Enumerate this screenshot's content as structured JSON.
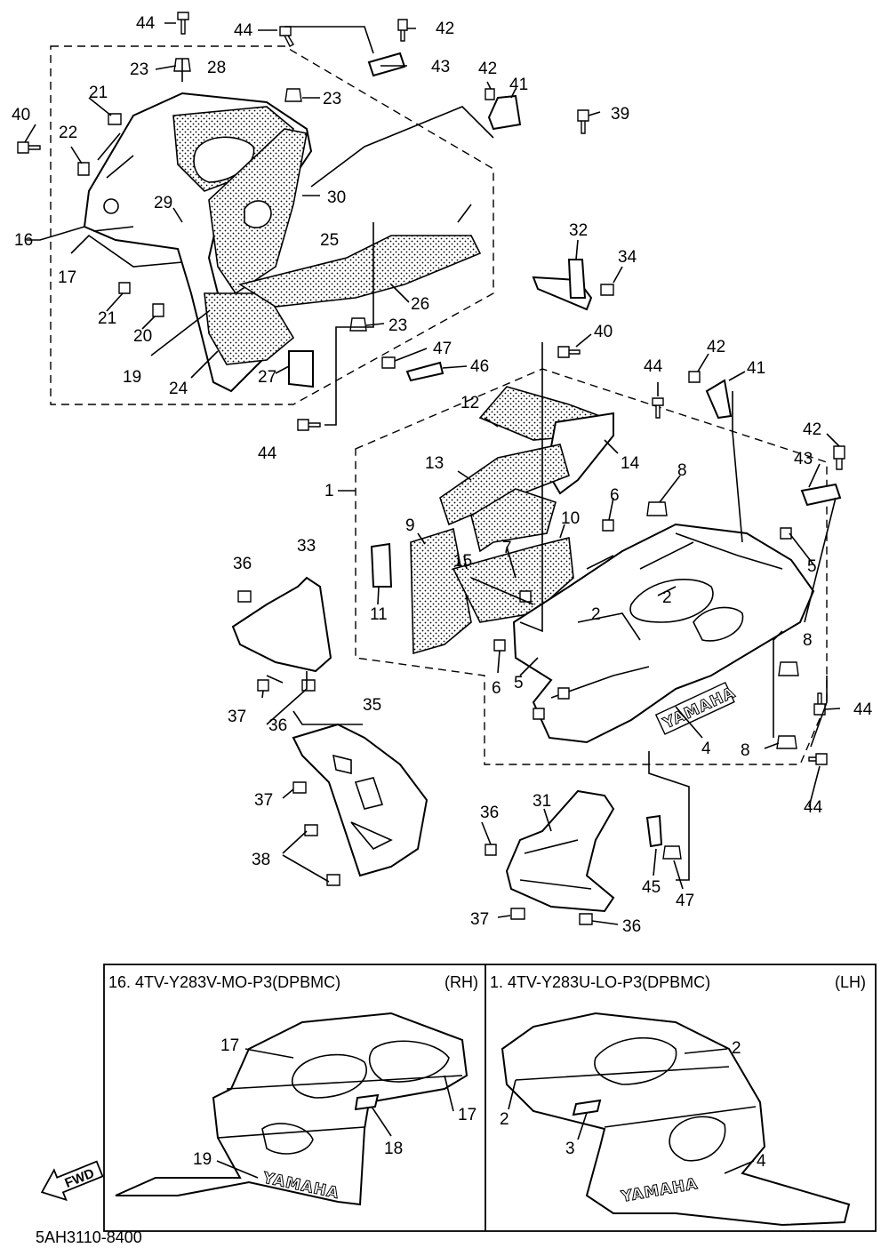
{
  "callouts": {
    "n44a": "44",
    "n44b": "44",
    "n42a": "42",
    "n43a": "43",
    "n23a": "23",
    "n28": "28",
    "n23b": "23",
    "n42b": "42",
    "n41a": "41",
    "n39": "39",
    "n21a": "21",
    "n40a": "40",
    "n22": "22",
    "n30": "30",
    "n29": "29",
    "n16": "16",
    "n25": "25",
    "n32": "32",
    "n34": "34",
    "n17a": "17",
    "n26": "26",
    "n21b": "21",
    "n23c": "23",
    "n20": "20",
    "n47a": "47",
    "n46": "46",
    "n19a": "19",
    "n24": "24",
    "n27": "27",
    "n40b": "40",
    "n44c": "44",
    "n42c": "42",
    "n41b": "41",
    "n12": "12",
    "n44d": "44",
    "n14": "14",
    "n42d": "42",
    "n13": "13",
    "n43b": "43",
    "n1": "1",
    "n8a": "8",
    "n6a": "6",
    "n10": "10",
    "n9": "9",
    "n7": "7",
    "n15": "15",
    "n5a": "5",
    "n33": "33",
    "n36a": "36",
    "n2a": "2",
    "n11": "11",
    "n2b": "2",
    "n8b": "8",
    "n6b": "6",
    "n5b": "5",
    "n37a": "37",
    "n36b": "36",
    "n35": "35",
    "n44e": "44",
    "n4a": "4",
    "n8c": "8",
    "n37b": "37",
    "n44f": "44",
    "n36c": "36",
    "n31": "31",
    "n38": "38",
    "n45": "45",
    "n47b": "47",
    "n37c": "37",
    "n36d": "36",
    "n17b": "17",
    "n17c": "17",
    "n18": "18",
    "n19b": "19",
    "n2c": "2",
    "n2d": "2",
    "n3": "3",
    "n4b": "4"
  },
  "logos": {
    "main": "YAMAHA",
    "rh": "YAMAHA",
    "lh": "YAMAHA"
  },
  "panels": {
    "rh_title": "16. 4TV-Y283V-MO-P3(DPBMC)",
    "rh_side": "(RH)",
    "lh_title": "1. 4TV-Y283U-LO-P3(DPBMC)",
    "lh_side": "(LH)",
    "fwd": "FWD"
  },
  "footer": {
    "code": "5AH3110-8400"
  }
}
